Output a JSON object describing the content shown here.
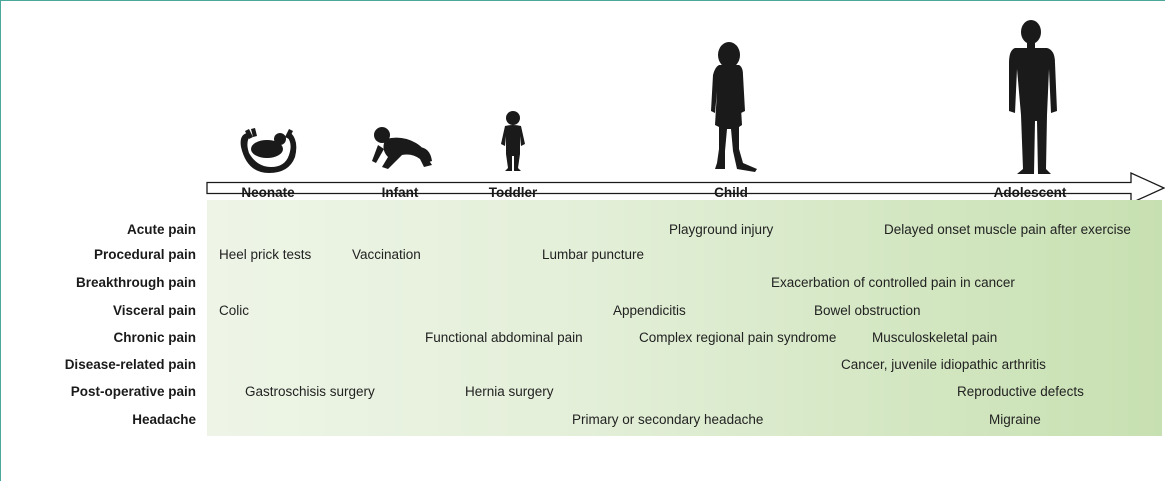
{
  "stages": [
    {
      "label": "Neonate"
    },
    {
      "label": "Infant"
    },
    {
      "label": "Toddler"
    },
    {
      "label": "Child"
    },
    {
      "label": "Adolescent"
    }
  ],
  "categories": [
    "Acute pain",
    "Procedural pain",
    "Breakthrough pain",
    "Visceral pain",
    "Chronic pain",
    "Disease-related pain",
    "Post-operative pain",
    "Headache"
  ],
  "examples": {
    "acute": [
      "Playground injury",
      "Delayed onset muscle pain after exercise"
    ],
    "procedural": [
      "Heel prick tests",
      "Vaccination",
      "Lumbar puncture"
    ],
    "breakthrough": [
      "Exacerbation of controlled pain in cancer"
    ],
    "visceral": [
      "Colic",
      "Appendicitis",
      "Bowel obstruction"
    ],
    "chronic": [
      "Functional abdominal pain",
      "Complex regional pain syndrome",
      "Musculoskeletal pain"
    ],
    "disease": [
      "Cancer, juvenile idiopathic arthritis"
    ],
    "postop": [
      "Gastroschisis surgery",
      "Hernia surgery",
      "Reproductive defects"
    ],
    "headache": [
      "Primary or secondary headache",
      "Migraine"
    ]
  },
  "colors": {
    "frame": "#4aa89a",
    "band_start": "#eef5e7",
    "band_end": "#c7e0b1",
    "silhouette": "#1a1a1a"
  },
  "icons": [
    "neonate-in-hands-icon",
    "crawling-infant-icon",
    "toddler-icon",
    "child-icon",
    "adolescent-icon"
  ]
}
